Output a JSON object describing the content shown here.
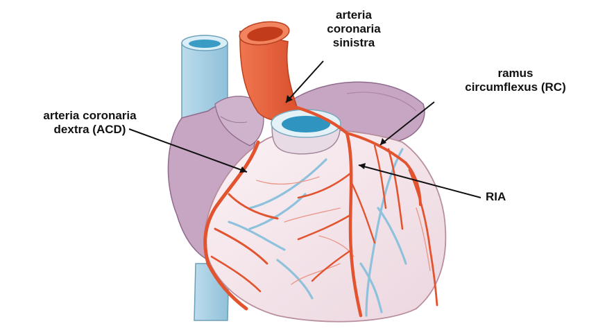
{
  "labels": {
    "sinistra": [
      "arteria",
      "coronaria",
      "sinistra"
    ],
    "dextra": [
      "arteria coronaria",
      "dextra (ACD)"
    ],
    "rc": [
      "ramus",
      "circumflexus (RC)"
    ],
    "ria": [
      "RIA"
    ]
  },
  "colors": {
    "artery": "#e8623e",
    "artery_dark": "#c84628",
    "vein": "#9fcbe2",
    "atrium": "#c6a6c2",
    "myocardium": "#f5e9ee",
    "leader_line": "#111111"
  }
}
